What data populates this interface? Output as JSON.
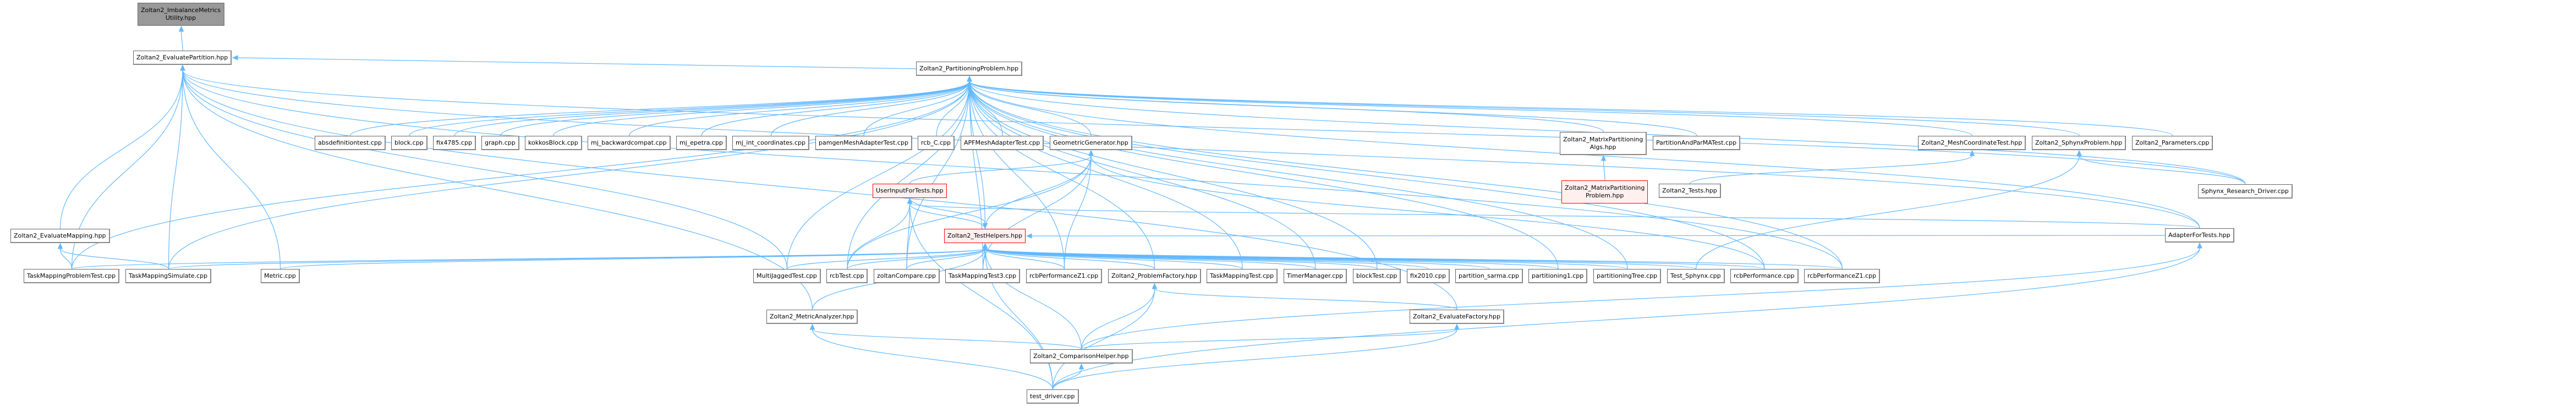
{
  "graph": {
    "colors": {
      "edge": "#63b8ff",
      "root_fill": "#999999",
      "highlight_border": "#ff0000",
      "highlight_fill": "#fff0f0",
      "node_border": "#666666"
    },
    "nodes": [
      {
        "id": "imbalance",
        "label": "Zoltan2_ImbalanceMetrics\nUtility.hpp",
        "style": "root"
      },
      {
        "id": "evalpart",
        "label": "Zoltan2_EvaluatePartition.hpp",
        "style": "normal"
      },
      {
        "id": "partprob",
        "label": "Zoltan2_PartitioningProblem.hpp",
        "style": "normal"
      },
      {
        "id": "absdef",
        "label": "absdefinitiontest.cpp",
        "style": "normal"
      },
      {
        "id": "block",
        "label": "block.cpp",
        "style": "normal"
      },
      {
        "id": "fix4785",
        "label": "fix4785.cpp",
        "style": "normal"
      },
      {
        "id": "graph",
        "label": "graph.cpp",
        "style": "normal"
      },
      {
        "id": "kokkosblock",
        "label": "kokkosBlock.cpp",
        "style": "normal"
      },
      {
        "id": "mjback",
        "label": "mj_backwardcompat.cpp",
        "style": "normal"
      },
      {
        "id": "mjepetra",
        "label": "mj_epetra.cpp",
        "style": "normal"
      },
      {
        "id": "mjint",
        "label": "mj_int_coordinates.cpp",
        "style": "normal"
      },
      {
        "id": "pamgen",
        "label": "pamgenMeshAdapterTest.cpp",
        "style": "normal"
      },
      {
        "id": "rcbc",
        "label": "rcb_C.cpp",
        "style": "normal"
      },
      {
        "id": "apf",
        "label": "APFMeshAdapterTest.cpp",
        "style": "normal"
      },
      {
        "id": "geomgen",
        "label": "GeometricGenerator.hpp",
        "style": "normal"
      },
      {
        "id": "matrixalgs",
        "label": "Zoltan2_MatrixPartitioning\nAlgs.hpp",
        "style": "normal"
      },
      {
        "id": "partparma",
        "label": "PartitionAndParMATest.cpp",
        "style": "normal"
      },
      {
        "id": "meshcoord",
        "label": "Zoltan2_MeshCoordinateTest.hpp",
        "style": "normal"
      },
      {
        "id": "sphynxprob",
        "label": "Zoltan2_SphynxProblem.hpp",
        "style": "normal"
      },
      {
        "id": "params",
        "label": "Zoltan2_Parameters.cpp",
        "style": "normal"
      },
      {
        "id": "userinput",
        "label": "UserInputForTests.hpp",
        "style": "red"
      },
      {
        "id": "matrixprob",
        "label": "Zoltan2_MatrixPartitioning\nProblem.hpp",
        "style": "red"
      },
      {
        "id": "tests",
        "label": "Zoltan2_Tests.hpp",
        "style": "normal"
      },
      {
        "id": "sphynxdrv",
        "label": "Sphynx_Research_Driver.cpp",
        "style": "normal"
      },
      {
        "id": "evalmap",
        "label": "Zoltan2_EvaluateMapping.hpp",
        "style": "normal"
      },
      {
        "id": "testhelpers",
        "label": "Zoltan2_TestHelpers.hpp",
        "style": "red"
      },
      {
        "id": "adapterfortests",
        "label": "AdapterForTests.hpp",
        "style": "normal"
      },
      {
        "id": "taskmapprob",
        "label": "TaskMappingProblemTest.cpp",
        "style": "normal"
      },
      {
        "id": "taskmapsim",
        "label": "TaskMappingSimulate.cpp",
        "style": "normal"
      },
      {
        "id": "metric",
        "label": "Metric.cpp",
        "style": "normal"
      },
      {
        "id": "multijagged",
        "label": "MultiJaggedTest.cpp",
        "style": "normal"
      },
      {
        "id": "rcbtest",
        "label": "rcbTest.cpp",
        "style": "normal"
      },
      {
        "id": "zoltancompare",
        "label": "zoltanCompare.cpp",
        "style": "normal"
      },
      {
        "id": "taskmap3",
        "label": "TaskMappingTest3.cpp",
        "style": "normal"
      },
      {
        "id": "rcbperfz1a",
        "label": "rcbPerformanceZ1.cpp",
        "style": "normal"
      },
      {
        "id": "probfactory",
        "label": "Zoltan2_ProblemFactory.hpp",
        "style": "normal"
      },
      {
        "id": "taskmaptest",
        "label": "TaskMappingTest.cpp",
        "style": "normal"
      },
      {
        "id": "timermgr",
        "label": "TimerManager.cpp",
        "style": "normal"
      },
      {
        "id": "blocktest",
        "label": "blockTest.cpp",
        "style": "normal"
      },
      {
        "id": "fix2010",
        "label": "fix2010.cpp",
        "style": "normal"
      },
      {
        "id": "sarma",
        "label": "partition_sarma.cpp",
        "style": "normal"
      },
      {
        "id": "partitioning1",
        "label": "partitioning1.cpp",
        "style": "normal"
      },
      {
        "id": "parttree",
        "label": "partitioningTree.cpp",
        "style": "normal"
      },
      {
        "id": "testsphynx",
        "label": "Test_Sphynx.cpp",
        "style": "normal"
      },
      {
        "id": "rcbperf",
        "label": "rcbPerformance.cpp",
        "style": "normal"
      },
      {
        "id": "rcbperfz1b",
        "label": "rcbPerformanceZ1.cpp",
        "style": "normal"
      },
      {
        "id": "metricanalyzer",
        "label": "Zoltan2_MetricAnalyzer.hpp",
        "style": "normal"
      },
      {
        "id": "evalfactory",
        "label": "Zoltan2_EvaluateFactory.hpp",
        "style": "normal"
      },
      {
        "id": "comparison",
        "label": "Zoltan2_ComparisonHelper.hpp",
        "style": "normal"
      },
      {
        "id": "testdriver",
        "label": "test_driver.cpp",
        "style": "normal"
      }
    ],
    "edges": [
      [
        "evalpart",
        "imbalance"
      ],
      [
        "partprob",
        "evalpart"
      ],
      [
        "evalmap",
        "evalpart"
      ],
      [
        "taskmapprob",
        "evalpart"
      ],
      [
        "taskmapsim",
        "evalpart"
      ],
      [
        "metric",
        "evalpart"
      ],
      [
        "multijagged",
        "evalpart"
      ],
      [
        "metricanalyzer",
        "evalpart"
      ],
      [
        "adapterfortests",
        "evalpart"
      ],
      [
        "evalfactory",
        "evalpart"
      ],
      [
        "rcbperfz1b",
        "evalpart"
      ],
      [
        "sphynxdrv",
        "evalpart"
      ],
      [
        "absdef",
        "partprob"
      ],
      [
        "block",
        "partprob"
      ],
      [
        "fix4785",
        "partprob"
      ],
      [
        "graph",
        "partprob"
      ],
      [
        "kokkosblock",
        "partprob"
      ],
      [
        "mjback",
        "partprob"
      ],
      [
        "mjepetra",
        "partprob"
      ],
      [
        "mjint",
        "partprob"
      ],
      [
        "pamgen",
        "partprob"
      ],
      [
        "rcbc",
        "partprob"
      ],
      [
        "apf",
        "partprob"
      ],
      [
        "geomgen",
        "partprob"
      ],
      [
        "matrixalgs",
        "partprob"
      ],
      [
        "partparma",
        "partprob"
      ],
      [
        "meshcoord",
        "partprob"
      ],
      [
        "sphynxprob",
        "partprob"
      ],
      [
        "params",
        "partprob"
      ],
      [
        "sphynxdrv",
        "partprob"
      ],
      [
        "adapterfortests",
        "partprob"
      ],
      [
        "taskmapprob",
        "partprob"
      ],
      [
        "taskmapsim",
        "partprob"
      ],
      [
        "multijagged",
        "partprob"
      ],
      [
        "rcbtest",
        "partprob"
      ],
      [
        "zoltancompare",
        "partprob"
      ],
      [
        "taskmap3",
        "partprob"
      ],
      [
        "rcbperfz1a",
        "partprob"
      ],
      [
        "probfactory",
        "partprob"
      ],
      [
        "taskmaptest",
        "partprob"
      ],
      [
        "timermgr",
        "partprob"
      ],
      [
        "blocktest",
        "partprob"
      ],
      [
        "partitioning1",
        "partprob"
      ],
      [
        "parttree",
        "partprob"
      ],
      [
        "rcbperf",
        "partprob"
      ],
      [
        "rcbperfz1b",
        "partprob"
      ],
      [
        "testhelpers",
        "partprob"
      ],
      [
        "userinput",
        "geomgen"
      ],
      [
        "testhelpers",
        "geomgen"
      ],
      [
        "taskmap3",
        "geomgen"
      ],
      [
        "rcbperfz1a",
        "geomgen"
      ],
      [
        "rcbtest",
        "geomgen"
      ],
      [
        "rcbperf",
        "geomgen"
      ],
      [
        "matrixprob",
        "matrixalgs"
      ],
      [
        "tests",
        "meshcoord"
      ],
      [
        "sphynxdrv",
        "sphynxprob"
      ],
      [
        "testsphynx",
        "sphynxprob"
      ],
      [
        "testhelpers",
        "userinput"
      ],
      [
        "adapterfortests",
        "userinput"
      ],
      [
        "rcbtest",
        "userinput"
      ],
      [
        "zoltancompare",
        "userinput"
      ],
      [
        "testdriver",
        "userinput"
      ],
      [
        "userinput",
        "testhelpers"
      ],
      [
        "taskmapprob",
        "evalmap"
      ],
      [
        "taskmapsim",
        "evalmap"
      ],
      [
        "taskmapprob",
        "testhelpers"
      ],
      [
        "taskmapsim",
        "testhelpers"
      ],
      [
        "metric",
        "testhelpers"
      ],
      [
        "multijagged",
        "testhelpers"
      ],
      [
        "rcbtest",
        "testhelpers"
      ],
      [
        "zoltancompare",
        "testhelpers"
      ],
      [
        "taskmap3",
        "testhelpers"
      ],
      [
        "rcbperfz1a",
        "testhelpers"
      ],
      [
        "probfactory",
        "testhelpers"
      ],
      [
        "taskmaptest",
        "testhelpers"
      ],
      [
        "timermgr",
        "testhelpers"
      ],
      [
        "blocktest",
        "testhelpers"
      ],
      [
        "fix2010",
        "testhelpers"
      ],
      [
        "sarma",
        "testhelpers"
      ],
      [
        "partitioning1",
        "testhelpers"
      ],
      [
        "parttree",
        "testhelpers"
      ],
      [
        "testsphynx",
        "testhelpers"
      ],
      [
        "rcbperf",
        "testhelpers"
      ],
      [
        "rcbperfz1b",
        "testhelpers"
      ],
      [
        "metricanalyzer",
        "testhelpers"
      ],
      [
        "comparison",
        "testhelpers"
      ],
      [
        "testdriver",
        "testhelpers"
      ],
      [
        "adapterfortests",
        "testhelpers"
      ],
      [
        "comparison",
        "probfactory"
      ],
      [
        "testdriver",
        "probfactory"
      ],
      [
        "evalfactory",
        "probfactory"
      ],
      [
        "comparison",
        "metricanalyzer"
      ],
      [
        "testdriver",
        "metricanalyzer"
      ],
      [
        "comparison",
        "evalfactory"
      ],
      [
        "testdriver",
        "evalfactory"
      ],
      [
        "comparison",
        "adapterfortests"
      ],
      [
        "testdriver",
        "adapterfortests"
      ],
      [
        "testdriver",
        "comparison"
      ]
    ]
  }
}
